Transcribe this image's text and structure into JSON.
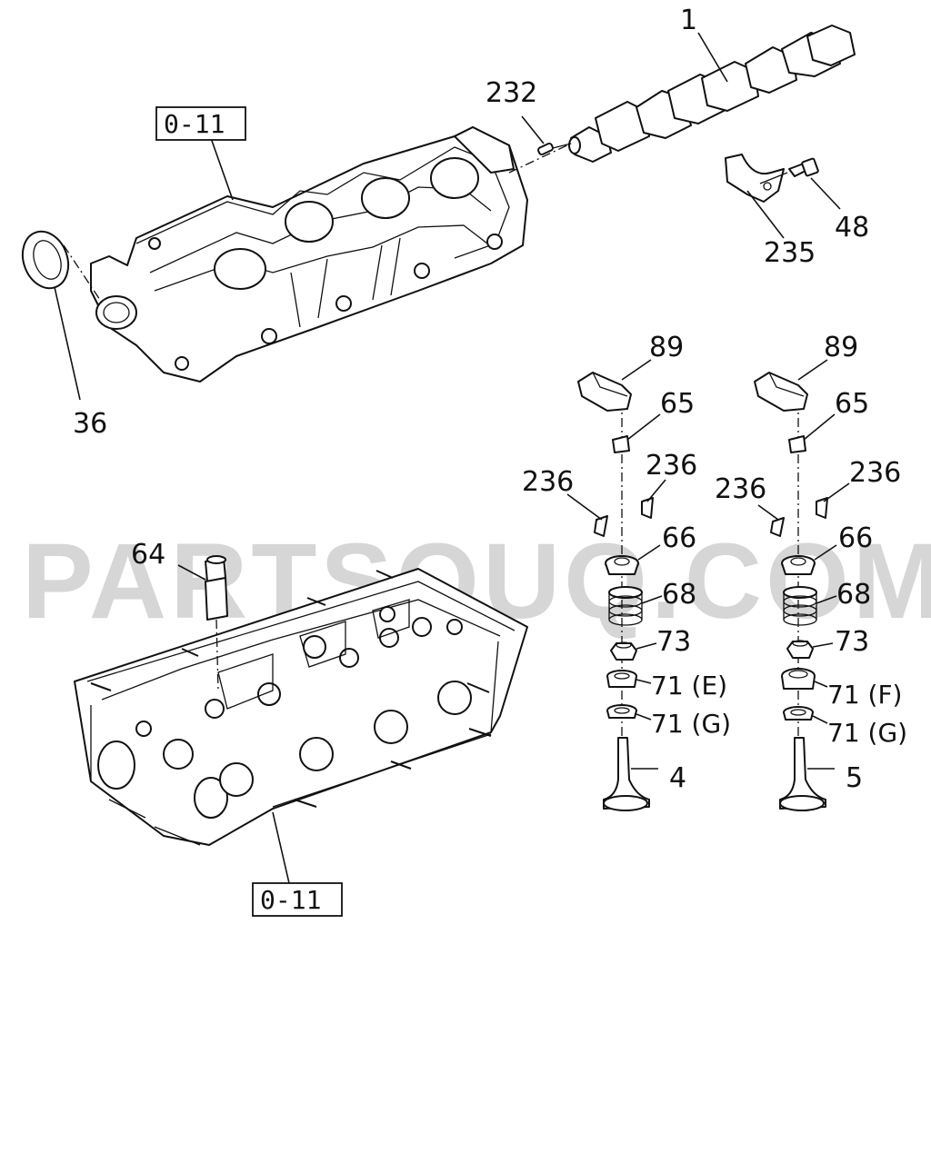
{
  "watermark": "PARTSOUQ.COM",
  "reference_boxes": {
    "top": "0-11",
    "bottom": "0-11"
  },
  "labels": {
    "camshaft": "1",
    "pin": "232",
    "bracket": "235",
    "bolt": "48",
    "oil_seal": "36",
    "tappet": "64",
    "rocker_left": "89",
    "rocker_right": "89",
    "key_left": "65",
    "key_right": "65",
    "cotter_left_a": "236",
    "cotter_left_b": "236",
    "cotter_right_a": "236",
    "cotter_right_b": "236",
    "retainer_left": "66",
    "retainer_right": "66",
    "spring_left": "68",
    "spring_right": "68",
    "stem_seal_left": "73",
    "stem_seal_right": "73",
    "seat_e": "71 (E)",
    "seat_f": "71 (F)",
    "seat_g_left": "71 (G)",
    "seat_g_right": "71 (G)",
    "valve_intake": "4",
    "valve_exhaust": "5"
  }
}
